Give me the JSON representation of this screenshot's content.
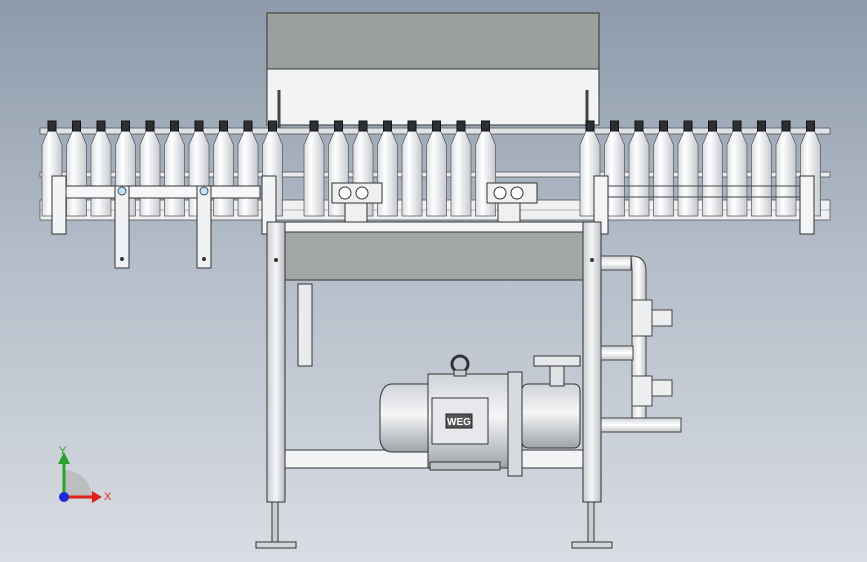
{
  "viewport": {
    "background_top": "#8e9aab",
    "background_bottom": "#d9dde3"
  },
  "model": {
    "description_icons": [
      "bottle-icon",
      "motor-icon",
      "pipe-icon"
    ],
    "bottle_count_left": 10,
    "bottle_count_center": 8,
    "bottle_count_right": 10,
    "motor_brand": "WEG"
  },
  "triad": {
    "x_label": "X",
    "y_label": "Y",
    "x_color": "#e0201b",
    "y_color": "#2aa52a",
    "z_color": "#1d2bd6"
  }
}
